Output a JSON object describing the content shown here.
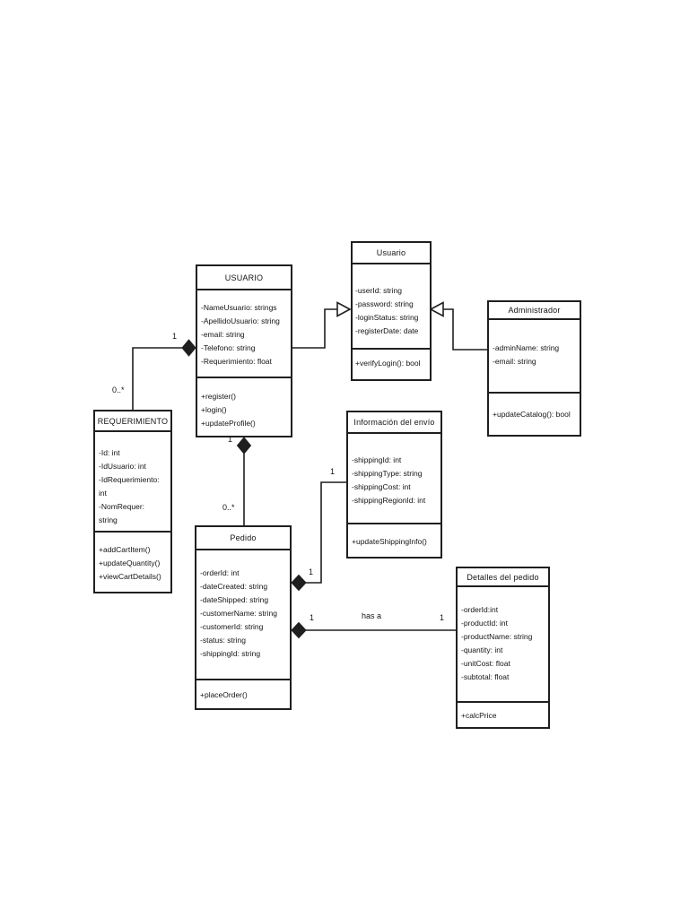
{
  "diagram": {
    "type": "uml-class-diagram",
    "background_color": "#ffffff",
    "line_color": "#1f1f1f"
  },
  "classes": {
    "usuario_main": {
      "title": "USUARIO",
      "attributes": [
        "-NameUsuario: strings",
        "-ApellidoUsuario: string",
        "-email: string",
        "-Telefono: string",
        "-Requerimiento: float"
      ],
      "methods": [
        "+register()",
        "+login()",
        "+updateProfile()"
      ]
    },
    "usuario_base": {
      "title": "Usuario",
      "attributes": [
        "-userId: string",
        "-password: string",
        "-loginStatus: string",
        "-registerDate: date"
      ],
      "methods": [
        "+verifyLogin(): bool"
      ]
    },
    "administrador": {
      "title": "Administrador",
      "attributes": [
        "-adminName: string",
        "-email: string"
      ],
      "methods": [
        "+updateCatalog(): bool"
      ]
    },
    "requerimiento": {
      "title": "REQUERIMIENTO",
      "attributes": [
        "-Id: int",
        "-IdUsuario: int",
        "-IdRequerimiento:",
        "int",
        "-NomRequer:",
        "string"
      ],
      "methods": [
        "+addCartItem()",
        "+updateQuantity()",
        "+viewCartDetails()"
      ]
    },
    "informacion_envio": {
      "title": "Información del envío",
      "attributes": [
        "-shippingId: int",
        "-shippingType: string",
        "-shippingCost: int",
        "-shippingRegionId: int"
      ],
      "methods": [
        "+updateShippingInfo()"
      ]
    },
    "pedido": {
      "title": "Pedido",
      "attributes": [
        "-orderId: int",
        "-dateCreated: string",
        "-dateShipped: string",
        "-customerName: string",
        "-customerId: string",
        "-status: string",
        "-shippingId: string"
      ],
      "methods": [
        "+placeOrder()"
      ]
    },
    "detalles_pedido": {
      "title": "Detalles del pedido",
      "attributes": [
        "-orderId:int",
        "-productId: int",
        "-productName: string",
        "-quantity: int",
        "-unitCost: float",
        "-subtotal: float"
      ],
      "methods": [
        "+calcPrice"
      ]
    }
  },
  "relationships": [
    {
      "kind": "generalization",
      "from": "USUARIO",
      "to": "Usuario"
    },
    {
      "kind": "generalization",
      "from": "Administrador",
      "to": "Usuario"
    },
    {
      "kind": "composition",
      "whole": "USUARIO",
      "part": "REQUERIMIENTO",
      "whole_multiplicity": "1",
      "part_multiplicity": "0..*"
    },
    {
      "kind": "composition",
      "whole": "USUARIO",
      "part": "Pedido",
      "whole_multiplicity": "1",
      "part_multiplicity": "0..*"
    },
    {
      "kind": "composition",
      "whole": "Pedido",
      "part": "Información del envío",
      "whole_multiplicity": "1",
      "part_multiplicity": "1"
    },
    {
      "kind": "composition",
      "whole": "Pedido",
      "part": "Detalles del pedido",
      "whole_multiplicity": "1",
      "part_multiplicity": "1",
      "label": "has a"
    }
  ]
}
